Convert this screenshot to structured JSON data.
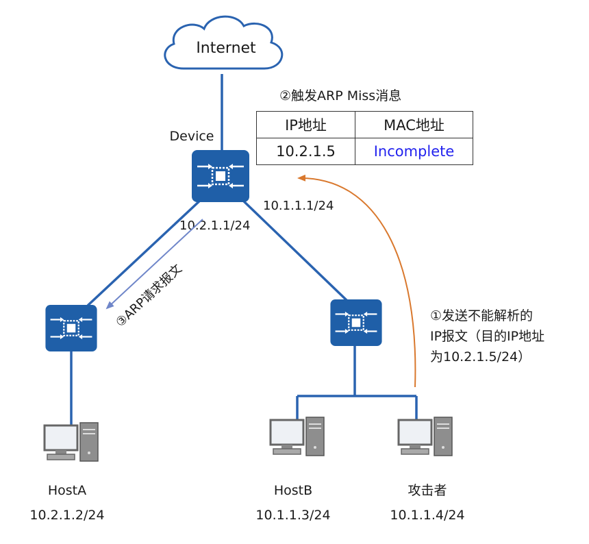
{
  "labels": {
    "internet": "Internet",
    "device": "Device",
    "device_ip_left": "10.2.1.1/24",
    "device_ip_right": "10.1.1.1/24",
    "step2": "②触发ARP Miss消息",
    "step3": "③ARP请求报文",
    "step1_line1": "①发送不能解析的",
    "step1_line2": "IP报文（目的IP地址",
    "step1_line3": "为10.2.1.5/24）"
  },
  "arp_table": {
    "header_ip": "IP地址",
    "header_mac": "MAC地址",
    "row_ip": "10.2.1.5",
    "row_mac": "Incomplete"
  },
  "hosts": {
    "hostA": {
      "name": "HostA",
      "ip": "10.2.1.2/24"
    },
    "hostB": {
      "name": "HostB",
      "ip": "10.1.1.3/24"
    },
    "attacker": {
      "name": "攻击者",
      "ip": "10.1.1.4/24"
    }
  },
  "colors": {
    "switch_blue": "#1f5fa8",
    "link_blue": "#2a63b0",
    "arrow_orange": "#d9782d",
    "arrow_blue": "#6f86c9",
    "incomplete_text": "#2222ee"
  }
}
